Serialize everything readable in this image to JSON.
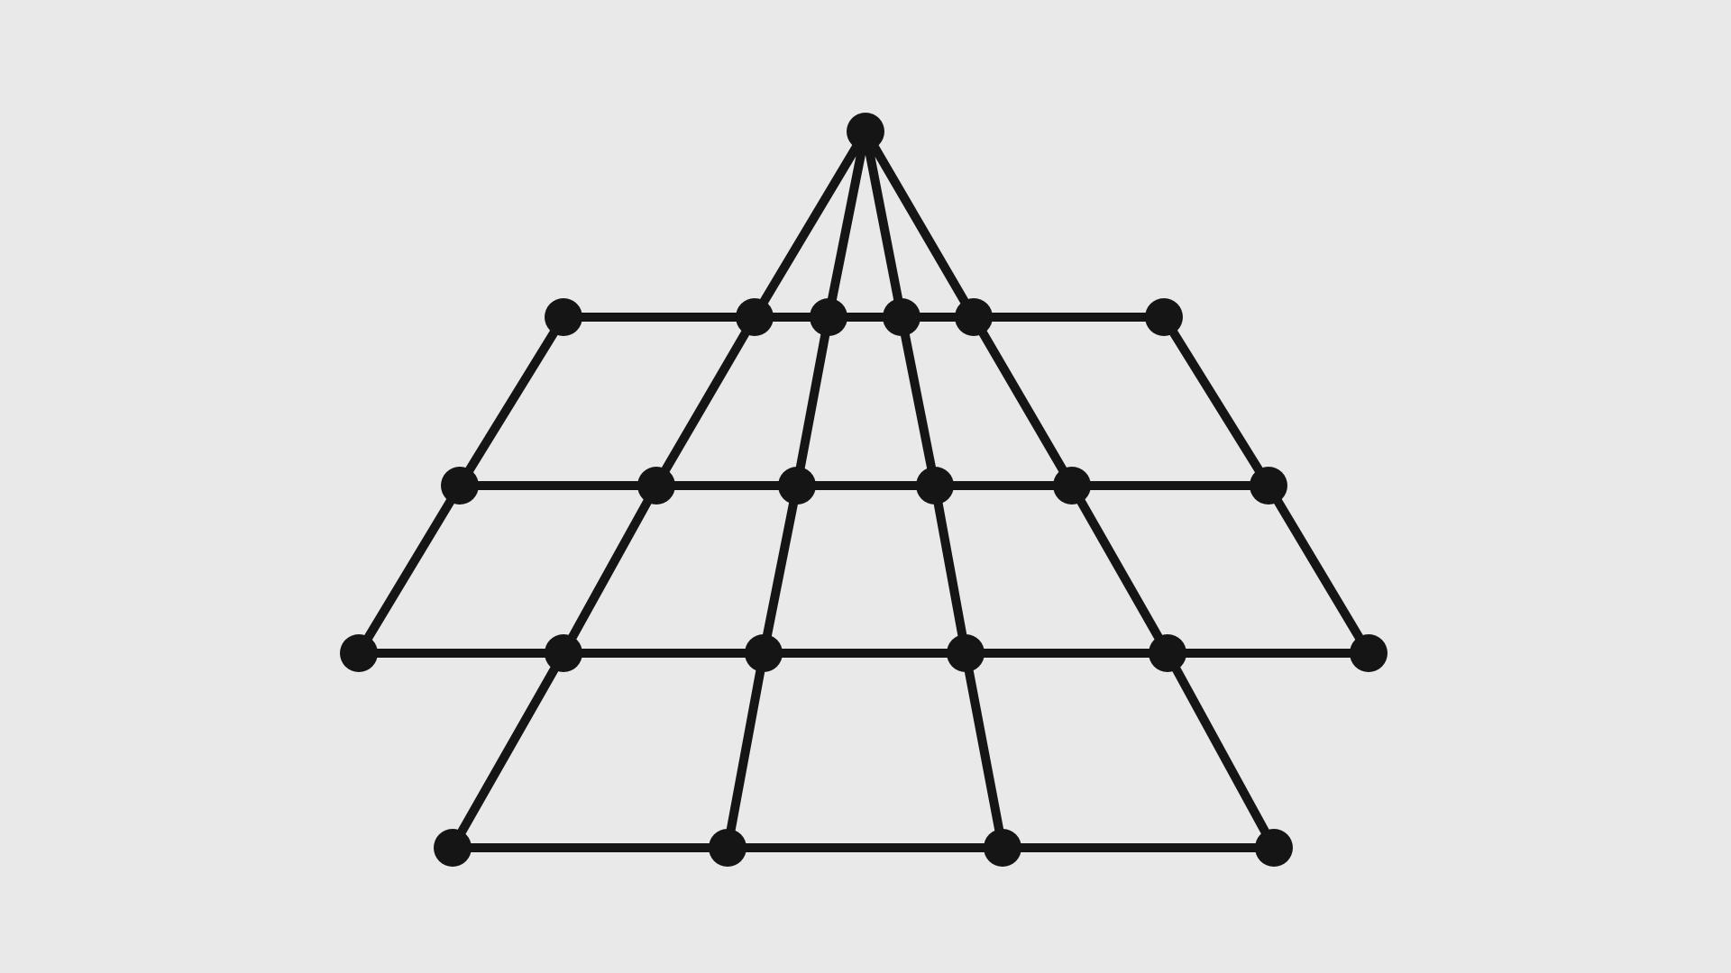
{
  "diagram": {
    "colors": {
      "background": "#e9e9e9",
      "stroke": "#151515",
      "node": "#151515"
    },
    "nodes": [
      {
        "id": "apex"
      },
      {
        "id": "r1a"
      },
      {
        "id": "r1b"
      },
      {
        "id": "r1c"
      },
      {
        "id": "r1d"
      },
      {
        "id": "r1e"
      },
      {
        "id": "r1f"
      },
      {
        "id": "r2a"
      },
      {
        "id": "r2b"
      },
      {
        "id": "r2c"
      },
      {
        "id": "r2d"
      },
      {
        "id": "r2e"
      },
      {
        "id": "r2f"
      },
      {
        "id": "r3a"
      },
      {
        "id": "r3b"
      },
      {
        "id": "r3c"
      },
      {
        "id": "r3d"
      },
      {
        "id": "r3e"
      },
      {
        "id": "r3f"
      },
      {
        "id": "r4a"
      },
      {
        "id": "r4b"
      },
      {
        "id": "r4c"
      },
      {
        "id": "r4d"
      }
    ],
    "edges": [
      [
        "apex",
        "r1b"
      ],
      [
        "apex",
        "r1c"
      ],
      [
        "apex",
        "r1d"
      ],
      [
        "apex",
        "r1e"
      ],
      [
        "r1a",
        "r1b"
      ],
      [
        "r1b",
        "r1c"
      ],
      [
        "r1c",
        "r1d"
      ],
      [
        "r1d",
        "r1e"
      ],
      [
        "r1e",
        "r1f"
      ],
      [
        "r2a",
        "r2b"
      ],
      [
        "r2b",
        "r2c"
      ],
      [
        "r2c",
        "r2d"
      ],
      [
        "r2d",
        "r2e"
      ],
      [
        "r2e",
        "r2f"
      ],
      [
        "r3a",
        "r3b"
      ],
      [
        "r3b",
        "r3c"
      ],
      [
        "r3c",
        "r3d"
      ],
      [
        "r3d",
        "r3e"
      ],
      [
        "r3e",
        "r3f"
      ],
      [
        "r4a",
        "r4b"
      ],
      [
        "r4b",
        "r4c"
      ],
      [
        "r4c",
        "r4d"
      ],
      [
        "r1a",
        "r2a"
      ],
      [
        "r2a",
        "r3a"
      ],
      [
        "r1b",
        "r2b"
      ],
      [
        "r2b",
        "r3b"
      ],
      [
        "r3b",
        "r4a"
      ],
      [
        "r1c",
        "r2c"
      ],
      [
        "r2c",
        "r3c"
      ],
      [
        "r3c",
        "r4b"
      ],
      [
        "r1d",
        "r2d"
      ],
      [
        "r2d",
        "r3d"
      ],
      [
        "r3d",
        "r4c"
      ],
      [
        "r1e",
        "r2e"
      ],
      [
        "r2e",
        "r3e"
      ],
      [
        "r3e",
        "r4d"
      ],
      [
        "r1f",
        "r2f"
      ],
      [
        "r2f",
        "r3f"
      ]
    ]
  }
}
